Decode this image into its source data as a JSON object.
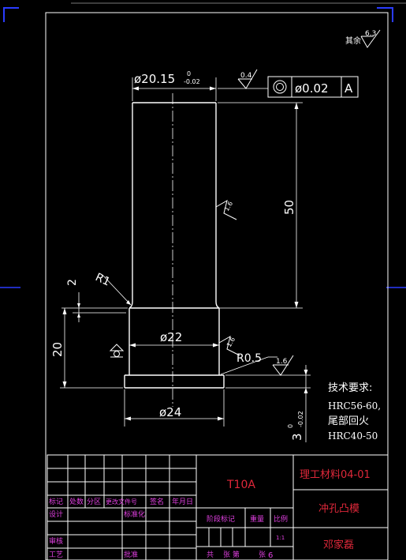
{
  "roughness": {
    "general_prefix": "其余",
    "general_value": "6.3",
    "shaft_value": "1.6",
    "collar_value": "1.6",
    "flange_value": "1.6",
    "top_value": "0.4"
  },
  "dimensions": {
    "top_dia": "ø20.15",
    "top_dia_tol_upper": "0",
    "top_dia_tol_lower": "-0.02",
    "shank_length": "50",
    "fillet_r1": "R1",
    "gap_2": "2",
    "collar_dia": "ø22",
    "collar_height": "20",
    "fillet_r05": "R0.5",
    "flange_dia": "ø24",
    "flange_thk": "3",
    "flange_tol_upper": "0",
    "flange_tol_lower": "-0.02"
  },
  "gdt": {
    "symbol": "◎",
    "tolerance": "ø0.02",
    "datum": "A"
  },
  "tech": {
    "heading": "技术要求:",
    "line1": "HRC56-60,",
    "line2": "尾部回火",
    "line3": "HRC40-50"
  },
  "title_block": {
    "material": "T10A",
    "school": "理工材料04-01",
    "part_name": "冲孔凸模",
    "designer": "邓家磊",
    "h_mark": "标记",
    "h_count": "处数",
    "h_zone": "分区",
    "h_doc": "更改文件号",
    "h_sign": "签名",
    "h_date": "年月日",
    "r_design": "设计",
    "r_std": "标准化",
    "r_stage": "阶段标记",
    "r_weight": "重量",
    "r_scale": "比例",
    "r_scale_val": "1:1",
    "r_review": "审核",
    "r_process": "工艺",
    "r_approve": "批准",
    "r_total": "共",
    "r_sheets": "张 第",
    "r_sheet": "张",
    "r_sheet_num": "6"
  }
}
